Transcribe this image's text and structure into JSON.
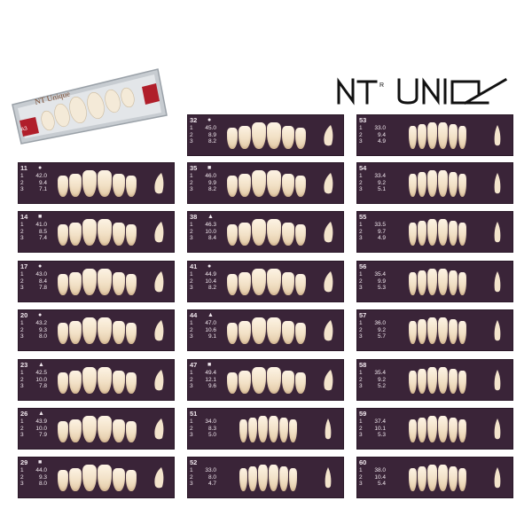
{
  "logo": {
    "text": "NT UNIQ",
    "reg_mark": "R"
  },
  "box": {
    "label_text": "NT Unique",
    "shade": "A3"
  },
  "colors": {
    "card_bg": "#3a2438",
    "tooth": "#f5e6cf",
    "text": "#f2e9ef"
  },
  "cards": [
    {
      "mould": "11",
      "symbol": "●",
      "values": [
        "42.0",
        "9.4",
        "7.1"
      ],
      "type": "upper"
    },
    {
      "mould": "14",
      "symbol": "■",
      "values": [
        "41.0",
        "8.5",
        "7.4"
      ],
      "type": "upper"
    },
    {
      "mould": "17",
      "symbol": "●",
      "values": [
        "43.0",
        "8.4",
        "7.8"
      ],
      "type": "upper"
    },
    {
      "mould": "20",
      "symbol": "●",
      "values": [
        "43.2",
        "9.3",
        "8.0"
      ],
      "type": "upper"
    },
    {
      "mould": "23",
      "symbol": "▲",
      "values": [
        "42.5",
        "10.0",
        "7.8"
      ],
      "type": "upper"
    },
    {
      "mould": "26",
      "symbol": "▲",
      "values": [
        "43.9",
        "10.0",
        "7.9"
      ],
      "type": "upper"
    },
    {
      "mould": "29",
      "symbol": "■",
      "values": [
        "44.0",
        "9.3",
        "8.0"
      ],
      "type": "upper"
    },
    {
      "mould": "32",
      "symbol": "●",
      "values": [
        "45.0",
        "8.9",
        "8.2"
      ],
      "type": "upper"
    },
    {
      "mould": "35",
      "symbol": "■",
      "values": [
        "46.0",
        "9.9",
        "8.2"
      ],
      "type": "upper"
    },
    {
      "mould": "38",
      "symbol": "▲",
      "values": [
        "46.3",
        "10.0",
        "8.4"
      ],
      "type": "upper"
    },
    {
      "mould": "41",
      "symbol": "●",
      "values": [
        "44.9",
        "10.4",
        "8.2"
      ],
      "type": "upper"
    },
    {
      "mould": "44",
      "symbol": "▲",
      "values": [
        "47.0",
        "10.6",
        "9.1"
      ],
      "type": "upper"
    },
    {
      "mould": "47",
      "symbol": "■",
      "values": [
        "49.4",
        "12.1",
        "9.6"
      ],
      "type": "upper"
    },
    {
      "mould": "51",
      "symbol": "",
      "values": [
        "34.0",
        "8.3",
        "5.0"
      ],
      "type": "lower"
    },
    {
      "mould": "52",
      "symbol": "",
      "values": [
        "33.0",
        "8.0",
        "4.7"
      ],
      "type": "lower"
    },
    {
      "mould": "53",
      "symbol": "",
      "values": [
        "33.0",
        "9.4",
        "4.9"
      ],
      "type": "lower"
    },
    {
      "mould": "54",
      "symbol": "",
      "values": [
        "33.4",
        "9.2",
        "5.1"
      ],
      "type": "lower"
    },
    {
      "mould": "55",
      "symbol": "",
      "values": [
        "33.5",
        "9.7",
        "4.9"
      ],
      "type": "lower"
    },
    {
      "mould": "56",
      "symbol": "",
      "values": [
        "35.4",
        "9.9",
        "5.3"
      ],
      "type": "lower"
    },
    {
      "mould": "57",
      "symbol": "",
      "values": [
        "36.0",
        "9.2",
        "5.7"
      ],
      "type": "lower"
    },
    {
      "mould": "58",
      "symbol": "",
      "values": [
        "35.4",
        "9.2",
        "5.2"
      ],
      "type": "lower"
    },
    {
      "mould": "59",
      "symbol": "",
      "values": [
        "37.4",
        "10.1",
        "5.3"
      ],
      "type": "lower"
    },
    {
      "mould": "60",
      "symbol": "",
      "values": [
        "38.0",
        "10.4",
        "5.4"
      ],
      "type": "lower"
    }
  ]
}
